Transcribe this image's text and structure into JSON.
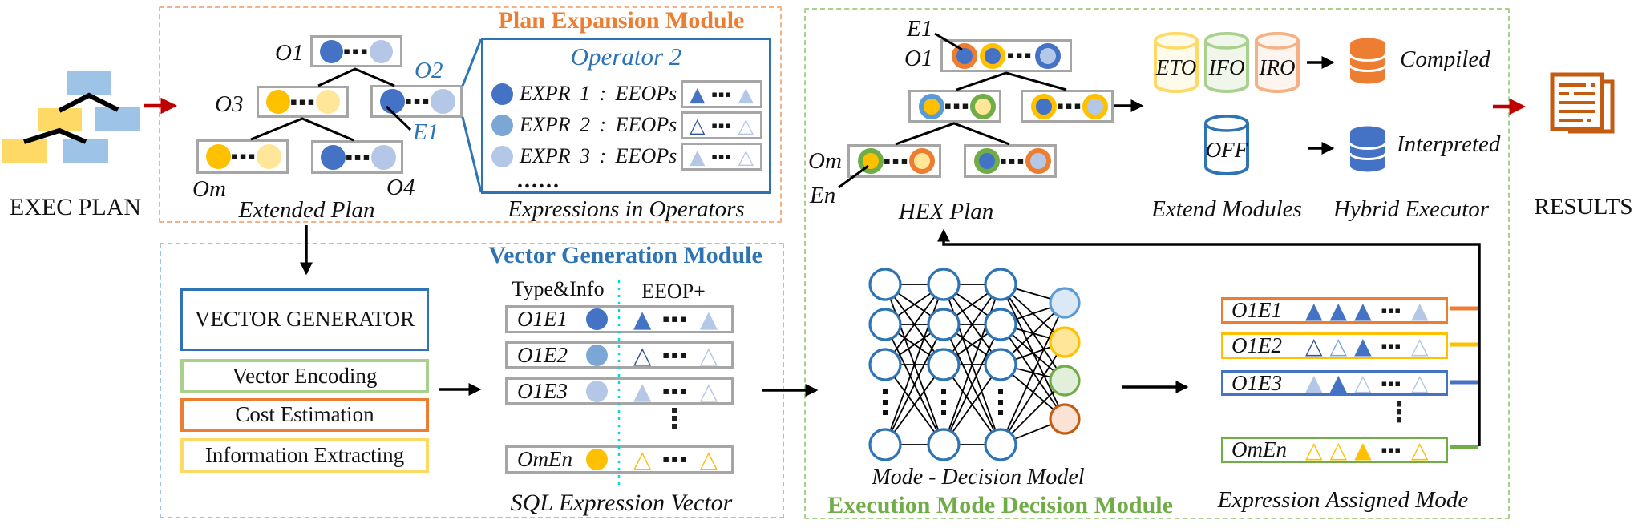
{
  "colors": {
    "accent_orange": "#ED7D31",
    "accent_blue": "#2E74B5",
    "accent_green": "#70AD47",
    "accent_yellow": "#FFC000",
    "dark_blue": "#4472C4",
    "mid_blue": "#7BA7D7",
    "light_blue": "#B4C7E7",
    "light_yellow": "#FFE699",
    "arrow_red": "#C00000",
    "results_orange": "#C55A11"
  },
  "glyphs": {
    "hdots": "▪▪▪",
    "vdots": "⋮",
    "tri_filled": "▲",
    "tri_outline": "△"
  },
  "exec_plan": {
    "label": "EXEC PLAN"
  },
  "plan_expansion": {
    "title": "Plan Expansion Module",
    "caption": "Extended Plan",
    "nodes": {
      "o1": "O1",
      "o2": "O2",
      "o3": "O3",
      "o4": "O4",
      "om": "Om",
      "e1": "E1"
    },
    "operator": {
      "title": "Operator 2",
      "rows": [
        "EXPR 1 : EEOPs",
        "EXPR 2 : EEOPs",
        "EXPR 3 : EEOPs"
      ],
      "more": "......",
      "caption": "Expressions in Operators"
    }
  },
  "vector_generation": {
    "title": "Vector Generation Module",
    "generator": "VECTOR GENERATOR",
    "steps": [
      "Vector Encoding",
      "Cost Estimation",
      "Information Extracting"
    ],
    "table": {
      "col_type": "Type&Info",
      "col_eeop": "EEOP+",
      "rows": [
        "O1E1",
        "O1E2",
        "O1E3",
        "OmEn"
      ],
      "caption": "SQL Expression Vector"
    }
  },
  "decision_module": {
    "title": "Execution Mode Decision Module",
    "model_caption": "Mode - Decision Model"
  },
  "hex_plan": {
    "caption": "HEX Plan",
    "labels": {
      "e1": "E1",
      "o1": "O1",
      "om": "Om",
      "en": "En"
    }
  },
  "extend_modules": {
    "caption": "Extend Modules",
    "cylinders": [
      "ETO",
      "IFO",
      "IRO",
      "OFF"
    ]
  },
  "hybrid_executor": {
    "caption": "Hybrid Executor",
    "modes": [
      "Compiled",
      "Interpreted"
    ]
  },
  "assigned_mode": {
    "caption": "Expression Assigned Mode",
    "rows": [
      "O1E1",
      "O1E2",
      "O1E3",
      "OmEn"
    ]
  },
  "results": {
    "label": "RESULTS"
  }
}
